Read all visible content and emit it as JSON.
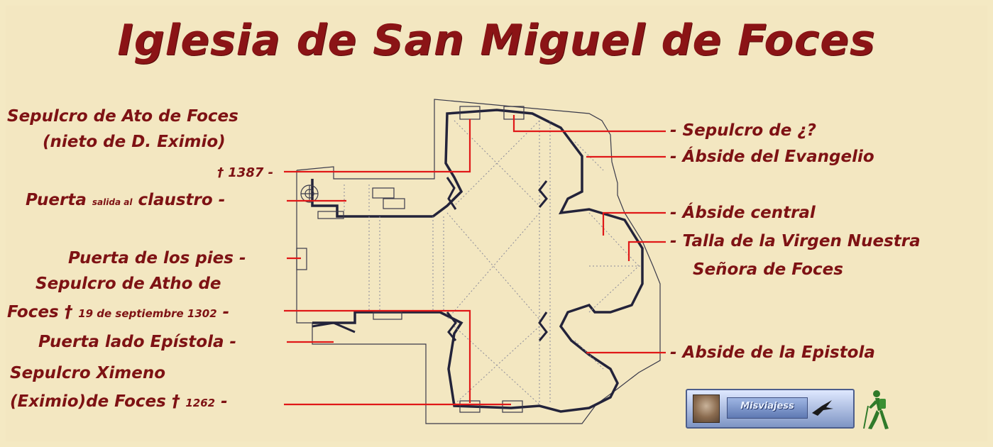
{
  "title": "Iglesia de San Miguel de Foces",
  "left_labels": {
    "ato_line1": "Sepulcro de Ato de Foces",
    "ato_line2": "(nieto de D. Eximio)",
    "ato_line3": "† 1387 -",
    "puerta_claustro_a": "Puerta",
    "puerta_claustro_b": "salida al",
    "puerta_claustro_c": "claustro -",
    "puerta_pies": "Puerta de los pies -",
    "atho_line1": "Sepulcro de Atho de",
    "atho_line2a": "Foces †",
    "atho_line2b": "19 de septiembre 1302",
    "atho_line2c": "-",
    "puerta_epistola": "Puerta lado Epístola -",
    "ximeno_line1": "Sepulcro Ximeno",
    "ximeno_line2a": "(Eximio)de Foces †",
    "ximeno_line2b": "1262",
    "ximeno_line2c": "-"
  },
  "right_labels": {
    "sepulcro_q": "- Sepulcro de ¿?",
    "abside_evangelio": "- Ábside del Evangelio",
    "abside_central": "- Ábside central",
    "talla_line1": "- Talla de la Virgen Nuestra",
    "talla_line2": "Señora de Foces",
    "abside_epistola": "- Abside de la Epistola"
  },
  "badge": {
    "text": "Misviajess"
  },
  "colors": {
    "label": "#7e1214",
    "leader": "#e01818",
    "background": "#f3e7c1",
    "plan_wall": "#2a2a3a"
  }
}
